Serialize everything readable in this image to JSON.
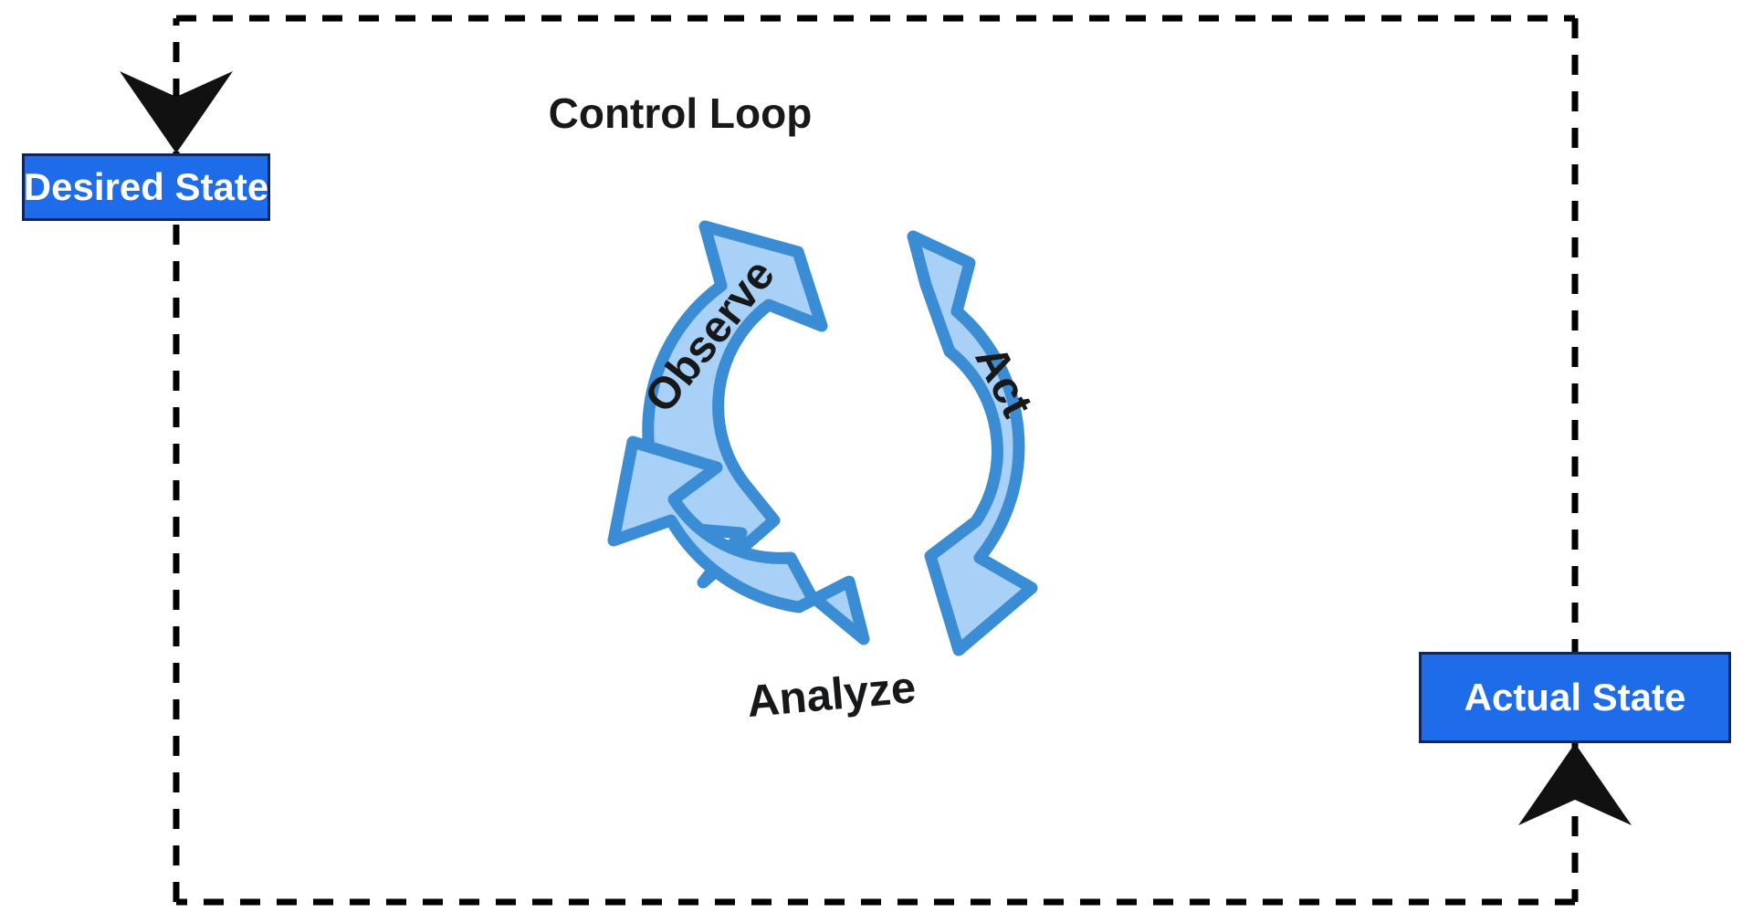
{
  "diagram": {
    "title": "Control Loop",
    "type": "control-loop-cycle",
    "boundary": {
      "style": "dashed",
      "color": "#000000"
    },
    "nodes": [
      {
        "id": "desired-state",
        "label": "Desired State",
        "fill": "#1f6ceb",
        "text_color": "#ffffff",
        "border": "#11255c"
      },
      {
        "id": "actual-state",
        "label": "Actual State",
        "fill": "#1f6ceb",
        "text_color": "#ffffff",
        "border": "#11255c"
      }
    ],
    "cycle": {
      "fill": "#a9d0f7",
      "stroke": "#3a8dd4",
      "steps": [
        {
          "id": "observe",
          "label": "Observe",
          "order": 1
        },
        {
          "id": "act",
          "label": "Act",
          "order": 2
        },
        {
          "id": "analyze",
          "label": "Analyze",
          "order": 3
        }
      ]
    },
    "connectors": [
      {
        "id": "to-desired-state",
        "direction": "down",
        "target": "desired-state",
        "style": "dashed"
      },
      {
        "id": "to-actual-state",
        "direction": "up",
        "target": "actual-state",
        "style": "dashed"
      }
    ]
  }
}
